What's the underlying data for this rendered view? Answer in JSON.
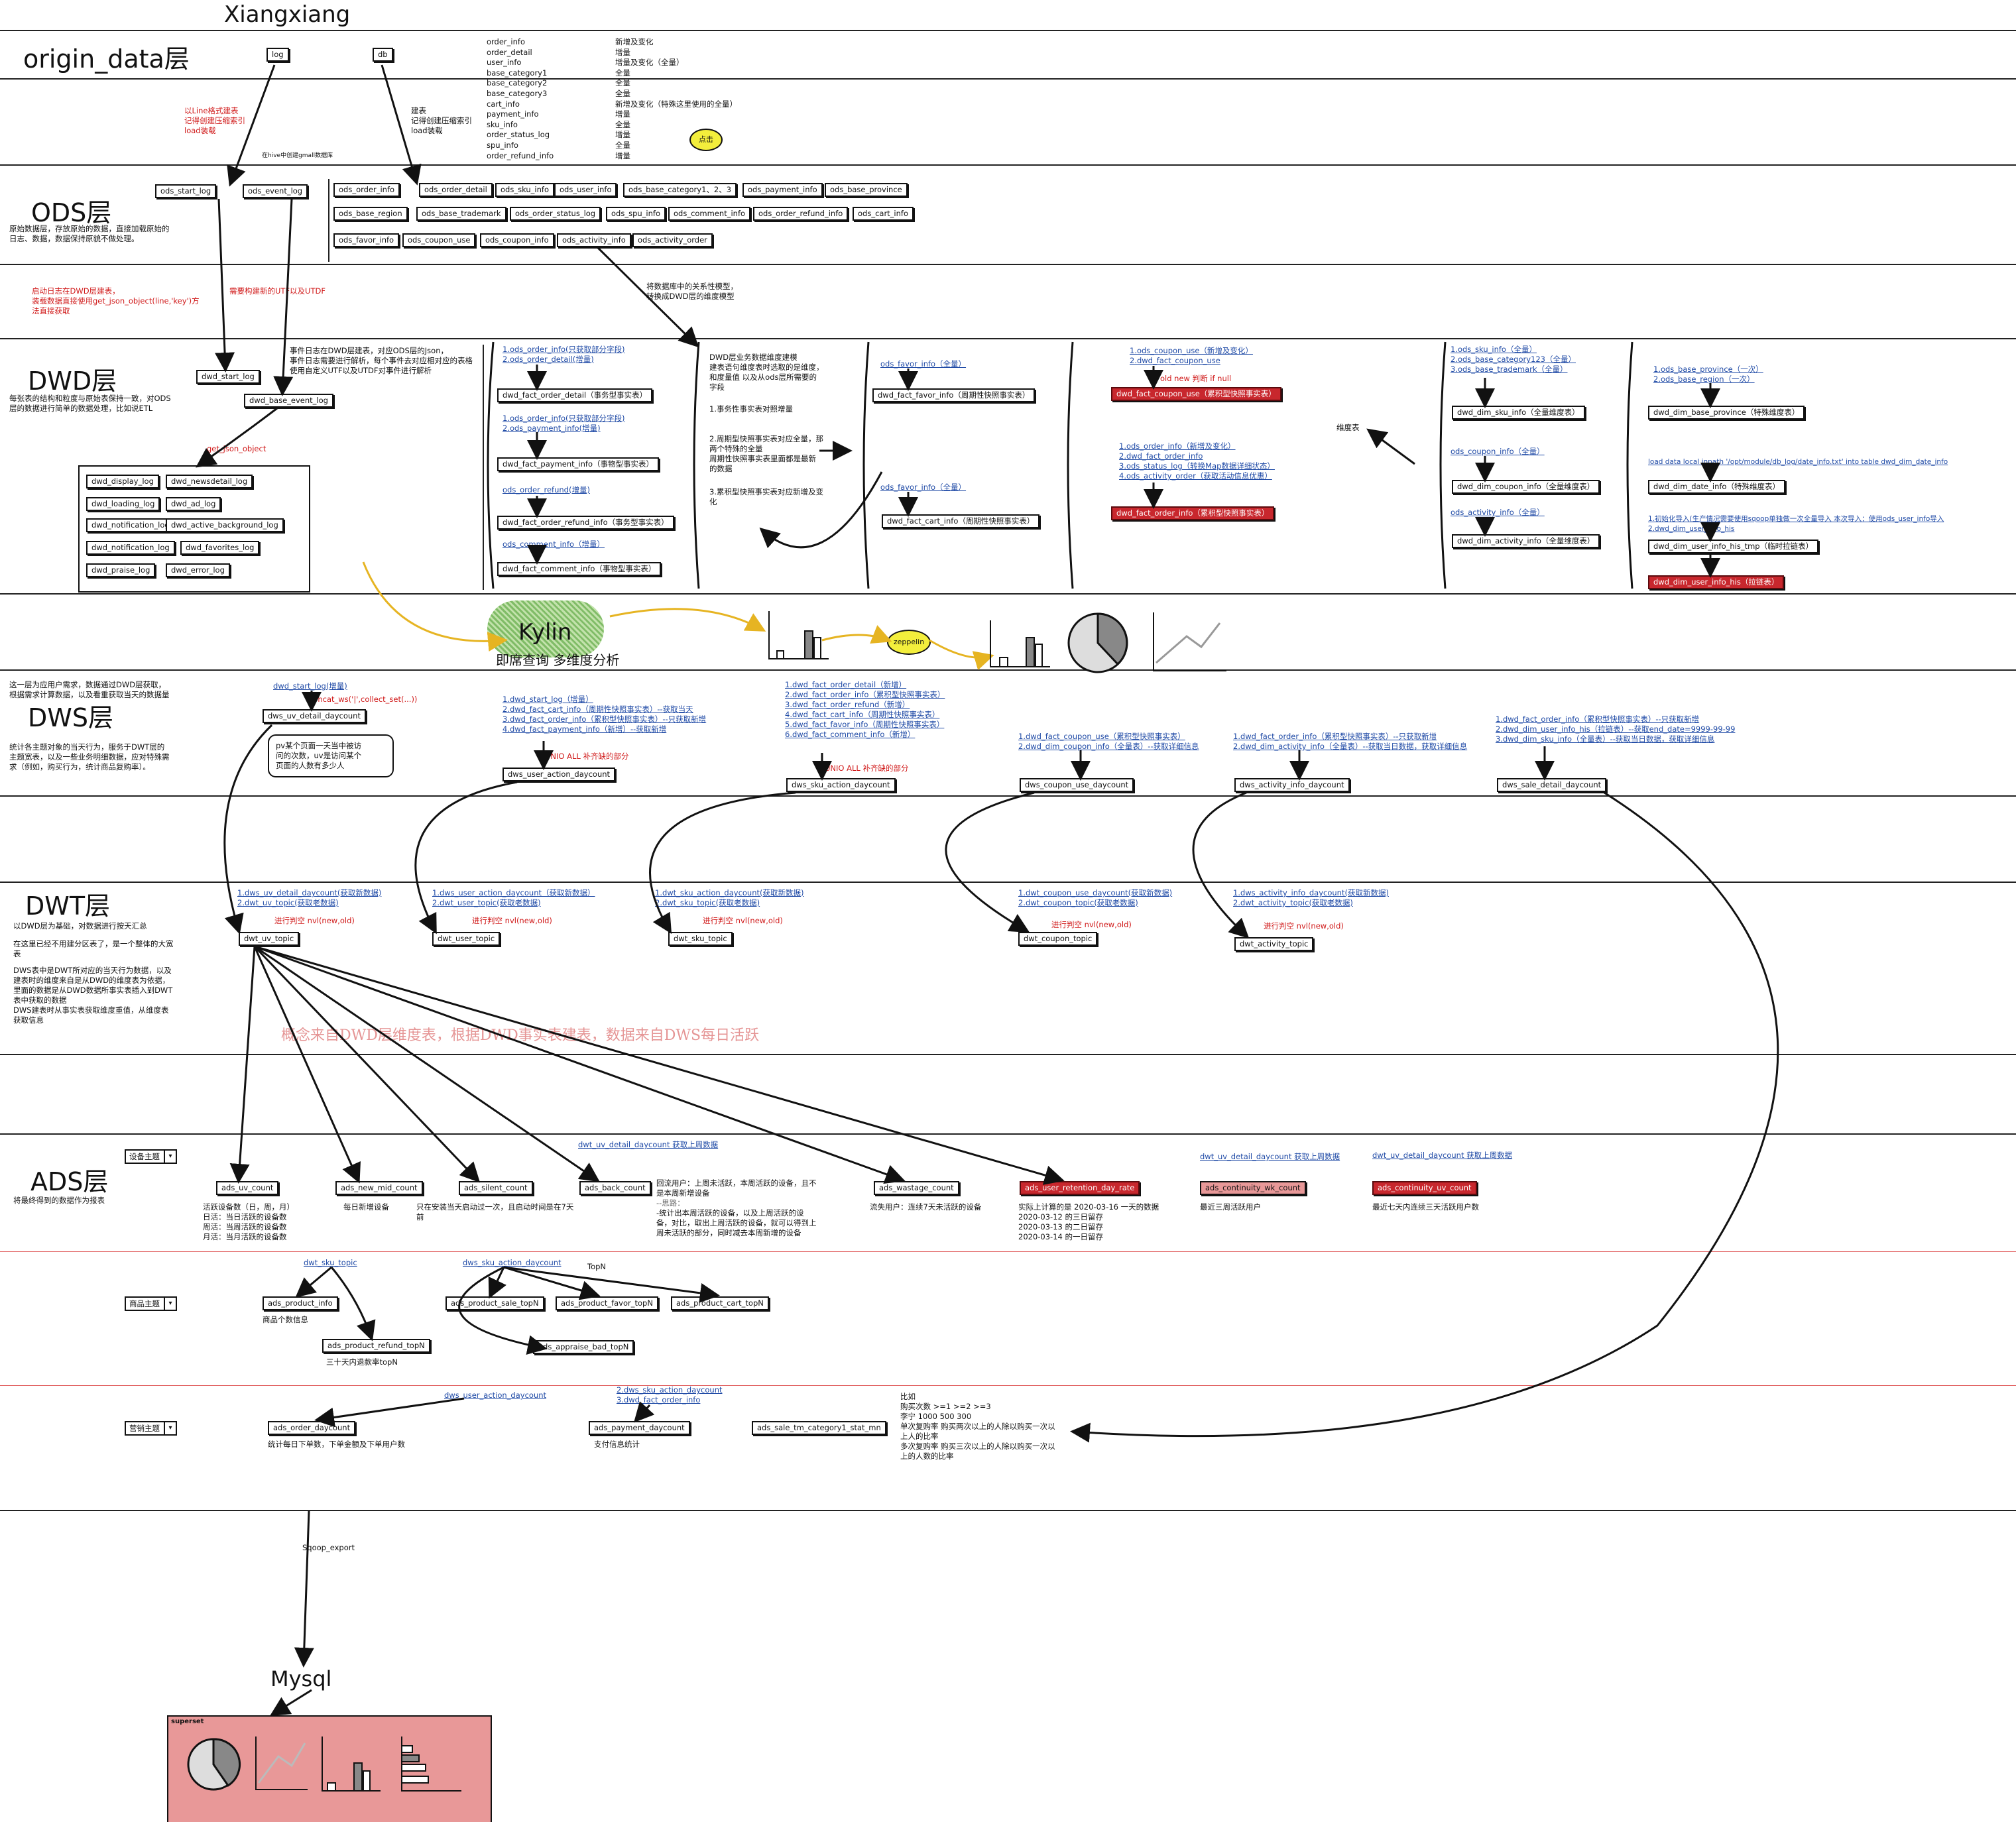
{
  "title": "Xiangxiang",
  "layers": {
    "origin": "origin_data层",
    "ods": "ODS层",
    "dwd": "DWD层",
    "dws": "DWS层",
    "dwt": "DWT层",
    "ads": "ADS层",
    "mysql": "Mysql"
  },
  "origin": {
    "log": "log",
    "db": "db",
    "tables": [
      "order_info",
      "order_detail",
      "user_info",
      "base_category1",
      "base_category2",
      "base_category3",
      "cart_info",
      "payment_info",
      "sku_info",
      "order_status_log",
      "spu_info",
      "order_refund_info"
    ],
    "sync": [
      "新增及变化",
      "增量",
      "增量及变化（全量）",
      "全量",
      "全量",
      "全量",
      "新增及变化（特殊这里使用的全量）",
      "增量",
      "全量",
      "增量",
      "全量",
      "增量"
    ],
    "click_badge": "点击",
    "log_note": [
      "以Line格式建表",
      "记得创建压缩索引",
      "load装载"
    ],
    "db_note": [
      "建表",
      "记得创建压缩索引",
      "load装载"
    ],
    "small_note": "在hive中创建gmall数据库"
  },
  "ods": {
    "desc": [
      "原始数据层，存放原始的数据，直接加载原始的",
      "日志、数据，数据保持原貌不做处理。"
    ],
    "start_log": "ods_start_log",
    "event_log": "ods_event_log",
    "tables": [
      "ods_order_info",
      "ods_order_detail",
      "ods_sku_info",
      "ods_user_info",
      "ods_base_category1、2、3",
      "ods_payment_info",
      "ods_base_province",
      "ods_base_region",
      "ods_base_trademark",
      "ods_order_status_log",
      "ods_spu_info",
      "ods_comment_info",
      "ods_order_refund_info",
      "ods_cart_info",
      "ods_favor_info",
      "ods_coupon_use",
      "ods_coupon_info",
      "ods_activity_info",
      "ods_activity_order"
    ],
    "red_note1": [
      "启动日志在DWD层建表，",
      "装载数据直接使用get_json_object(line,'key')方",
      "法直接获取"
    ],
    "red_note2": "需要构建新的UTF以及UTDF",
    "model_note": [
      "将数据库中的关系性模型，",
      "转换成DWD层的维度模型"
    ]
  },
  "dwd": {
    "desc": [
      "每张表的结构和粒度与原始表保持一致，对ODS",
      "层的数据进行简单的数据处理，比如说ETL"
    ],
    "start_log": "dwd_start_log",
    "base_event_log": "dwd_base_event_log",
    "event_note": [
      "事件日志在DWD层建表，对应ODS层的Json，",
      "事件日志需要进行解析，每个事件去对应相对应的表格",
      "使用自定义UTF以及UTDF对事件进行解析"
    ],
    "get_json": "get_json_object",
    "event_tables": [
      "dwd_display_log",
      "dwd_newsdetail_log",
      "dwd_loading_log",
      "dwd_ad_log",
      "dwd_notification_log",
      "dwd_active_background_log",
      "dwd_notification_log",
      "dwd_favorites_log",
      "dwd_praise_log",
      "dwd_error_log"
    ],
    "fact1_src": [
      "1.ods_order_info(只获取部分字段)",
      "2.ods_order_detail(增量)"
    ],
    "fact1": "dwd_fact_order_detail（事务型事实表）",
    "fact2_src": [
      "1.ods_order_info(只获取部分字段)",
      "2.ods_payment_info(增量)"
    ],
    "fact2": "dwd_fact_payment_info（事物型事实表）",
    "fact3_src": "ods_order_refund(增量)",
    "fact3": "dwd_fact_order_refund_info（事务型事实表）",
    "fact4_src": "ods_comment_info（增量）",
    "fact4": "dwd_fact_comment_info（事物型事实表）",
    "theory": [
      "DWD层业务数据维度建模",
      "建表语句维度表时选取的是维度，",
      "和度量值 以及从ods层所需要的",
      "字段",
      "1.事务性事实表对照增量",
      "2.周期型快照事实表对应全量，那",
      "两个特殊的全量",
      "周期性快照事实表里面都是最新",
      "的数据",
      "3.累积型快照事实表对应新增及变",
      "化"
    ],
    "favor_src": "ods_favor_info（全量）",
    "favor": "dwd_fact_favor_info（周期性快照事实表）",
    "cart_src": "ods_favor_info（全量）",
    "cart": "dwd_fact_cart_info（周期性快照事实表）",
    "coupon_src": [
      "1.ods_coupon_use（新增及变化）",
      "2.dwd_fact_coupon_use"
    ],
    "coupon_red": "old new 判断 if null",
    "coupon": "dwd_fact_coupon_use（累积型快照事实表）",
    "order_src": [
      "1.ods_order_info（新增及变化）",
      "2.dwd_fact_order_info",
      "3.ods_status_log（转换Map数据详细状态）",
      "4.ods_activity_order（获取活动信息优惠）"
    ],
    "order": "dwd_fact_order_info（累积型快照事实表）",
    "dim_label": "维度表",
    "sku_src": [
      "1.ods_sku_info（全量）",
      "2.ods_base_category123（全量）",
      "3.ods_base_trademark（全量）"
    ],
    "sku": "dwd_dim_sku_info（全量维度表）",
    "couponinfo_src": "ods_coupon_info（全量）",
    "couponinfo": "dwd_dim_coupon_info（全量维度表）",
    "activity_src": "ods_activity_info（全量）",
    "activity": "dwd_dim_activity_info（全量维度表）",
    "province_src": [
      "1.ods_base_province（一次）",
      "2.ods_base_region（一次）"
    ],
    "province": "dwd_dim_base_province（特殊维度表）",
    "date_src": "load data local inpath '/opt/module/db_log/date_info.txt' into table dwd_dim_date_info",
    "date": "dwd_dim_date_info（特殊维度表）",
    "userhis_src": [
      "1.初始化导入(生产情况需要使用sqoop单独做一次全量导入     本次导入：使用ods_user_info导入",
      "2.dwd_dim_user_info_his"
    ],
    "userhis_tmp": "dwd_dim_user_info_his_tmp（临时拉链表）",
    "userhis": "dwd_dim_user_info_his（拉链表）"
  },
  "kylin": {
    "name": "Kylin",
    "sub": "即席查询 多维度分析",
    "zeppelin": "zeppelin"
  },
  "dws": {
    "desc1": [
      "这一层为应用户需求，数据通过DWD层获取，",
      "根据需求计算数据，以及看重获取当天的数据量"
    ],
    "desc2": [
      "统计各主题对象的当天行为，服务于DWT层的",
      "主题宽表，以及一些业务明细数据，应对特殊需",
      "求（例如，购买行为，统计商品复购率）。"
    ],
    "uv_src": "dwd_start_log(增量)",
    "uv_red": "concat_ws('|',collect_set(...))",
    "uv": "dws_uv_detail_daycount",
    "pv_note": [
      "pv某个页面一天当中被访",
      "问的次数，uv是访问某个",
      "页面的人数有多少人"
    ],
    "ua_src": [
      "1.dwd_start_log（增量）",
      "2.dwd_fact_cart_info（周期性快照事实表）--获取当天",
      "3.dwd_fact_order_info（累积型快照事实表）--只获取新增",
      "4.dwd_fact_payment_info（新增）--获取新增"
    ],
    "ua_red": "UNIO ALL 补齐缺的部分",
    "ua": "dws_user_action_daycount",
    "sku_src": [
      "1.dwd_fact_order_detail（新增）",
      "2.dwd_fact_order_info（累积型快照事实表）",
      "3.dwd_fact_order_refund（新增）",
      "4.dwd_fact_cart_info（周期性快照事实表）",
      "5.dwd_fact_favor_info（周期性快照事实表）",
      "6.dwd_fact_comment_info（新增）"
    ],
    "sku_red": "UNIO ALL 补齐缺的部分",
    "sku": "dws_sku_action_daycount",
    "coupon_src": [
      "1.dwd_fact_coupon_use（累积型快照事实表）",
      "2.dwd_dim_coupon_info（全量表）--获取详细信息"
    ],
    "coupon": "dws_coupon_use_daycount",
    "activity_src": [
      "1.dwd_fact_order_info（累积型快照事实表）--只获取新增",
      "2.dwd_dim_activity_info（全量表）--获取当日数据，获取详细信息"
    ],
    "activity": "dws_activity_info_daycount",
    "sale_src": [
      "1.dwd_fact_order_info（累积型快照事实表）--只获取新增",
      "2.dwd_dim_user_info_his（拉链表）--获取end_date=9999-99-99",
      "3.dwd_dim_sku_info（全量表）--获取当日数据，获取详细信息"
    ],
    "sale": "dws_sale_detail_daycount"
  },
  "dwt": {
    "desc": [
      "以DWD层为基础，对数据进行按天汇总",
      "在这里已经不用建分区表了，是一个整体的大宽",
      "表",
      "DWS表中是DWT所对应的当天行为数据，以及",
      "建表时的维度来自是从DWD的维度表为依据，",
      "里面的数据是从DWD数据所事实表插入到DWT",
      "表中获取的数据",
      "DWS建表时从事实表获取维度重值，从维度表",
      "获取信息"
    ],
    "uv_src": [
      "1.dws_uv_detail_daycount(获取新数据)",
      "2.dwt_uv_topic(获取老数据)"
    ],
    "red": "进行判空 nvl(new,old)",
    "uv": "dwt_uv_topic",
    "user_src": [
      "1.dws_user_action_daycount（获取新数据）",
      "2.dwt_user_topic(获取老数据)"
    ],
    "user": "dwt_user_topic",
    "sku_src": [
      "1.dwt_sku_action_daycount(获取新数据)",
      "2.dwt_sku_topic(获取老数据)"
    ],
    "sku": "dwt_sku_topic",
    "coupon_src": [
      "1.dwt_coupon_use_daycount(获取新数据)",
      "2.dwt_coupon_topic(获取老数据)"
    ],
    "coupon": "dwt_coupon_topic",
    "activity_src": [
      "1.dws_activity_info_daycount(获取新数据)",
      "2.dwt_activity_topic(获取老数据)"
    ],
    "activity": "dwt_activity_topic",
    "watermark": "概念来自DWD层维度表，根据DWD事实表建表，数据来自DWS每日活跃"
  },
  "ads": {
    "desc": "将最终得到的数据作为报表",
    "select1": "设备主题",
    "select2": "商品主题",
    "select3": "营销主题",
    "uv_count": "ads_uv_count",
    "uv_note": [
      "活跃设备数（日，周，月）",
      "日活：当日活跃的设备数",
      "周活：当周活跃的设备数",
      "月活：当月活跃的设备数"
    ],
    "new_mid": "ads_new_mid_count",
    "new_mid_note": "每日新增设备",
    "silent": "ads_silent_count",
    "silent_note": [
      "只在安装当天启动过一次，且启动时间是在7天",
      "前"
    ],
    "back_src": "dwt_uv_detail_daycount 获取上周数据",
    "back": "ads_back_count",
    "back_note": [
      "回流用户：上周未活跃，本周活跃的设备，且不",
      "是本周新增设备",
      "--思路：",
      "-统计出本周活跃的设备，以及上周活跃的设",
      "备，对比，取出上周活跃的设备，就可以得到上",
      "周未活跃的部分，同时减去本周新增的设备"
    ],
    "wastage": "ads_wastage_count",
    "wastage_note": "流失用户：连续7天未活跃的设备",
    "retention": "ads_user_retention_day_rate",
    "retention_note": [
      "实际上计算的是 2020-03-16 一天的数据",
      "2020-03-12 的三日留存",
      "2020-03-13 的二日留存",
      "2020-03-14 的一日留存"
    ],
    "cwk_src": "dwt_uv_detail_daycount 获取上周数据",
    "cwk": "ads_continuity_wk_count",
    "cwk_note": "最近三周活跃用户",
    "cuv_src": "dwt_uv_detail_daycount 获取上周数据",
    "cuv": "ads_continuity_uv_count",
    "cuv_note": "最近七天内连续三天活跃用户数",
    "sku_topic": "dwt_sku_topic",
    "product_info": "ads_product_info",
    "product_info_note": "商品个数信息",
    "refund": "ads_product_refund_topN",
    "refund_note": "三十天内退款率topN",
    "sku_action": "dws_sku_action_daycount",
    "topn": "TopN",
    "sale_topn": "ads_product_sale_topN",
    "favor_topn": "ads_product_favor_topN",
    "cart_topn": "ads_product_cart_topN",
    "appraise": "ads_appraise_bad_topN",
    "ua_src": "dws_user_action_daycount",
    "order_daycount": "ads_order_daycount",
    "order_note": "统计每日下单数，下单金额及下单用户数",
    "pay_src": [
      "2.dws_sku_action_daycount",
      "3.dwd_fact_order_info"
    ],
    "payment": "ads_payment_daycount",
    "payment_note": "支付信息统计",
    "stat": "ads_sale_tm_category1_stat_mn",
    "stat_note": [
      "比如",
      "购买次数    >=1     >=2      >=3",
      "李宁       1000    500      300",
      "单次复购率 购买两次以上的人除以购买一次以",
      "上人的比率",
      "多次复购率 购买三次以上的人除以购买一次以",
      "上的人数的比率"
    ]
  },
  "export": {
    "sqoop": "Sqoop_export",
    "superset": "superset"
  },
  "colors": {
    "accent_red": "#c8272d",
    "link_blue": "#1f4aa6",
    "note_red": "#d01818",
    "kylin_green": "#6ab04c",
    "arrow_yellow": "#e6b422",
    "superset_pink": "#e89898"
  }
}
